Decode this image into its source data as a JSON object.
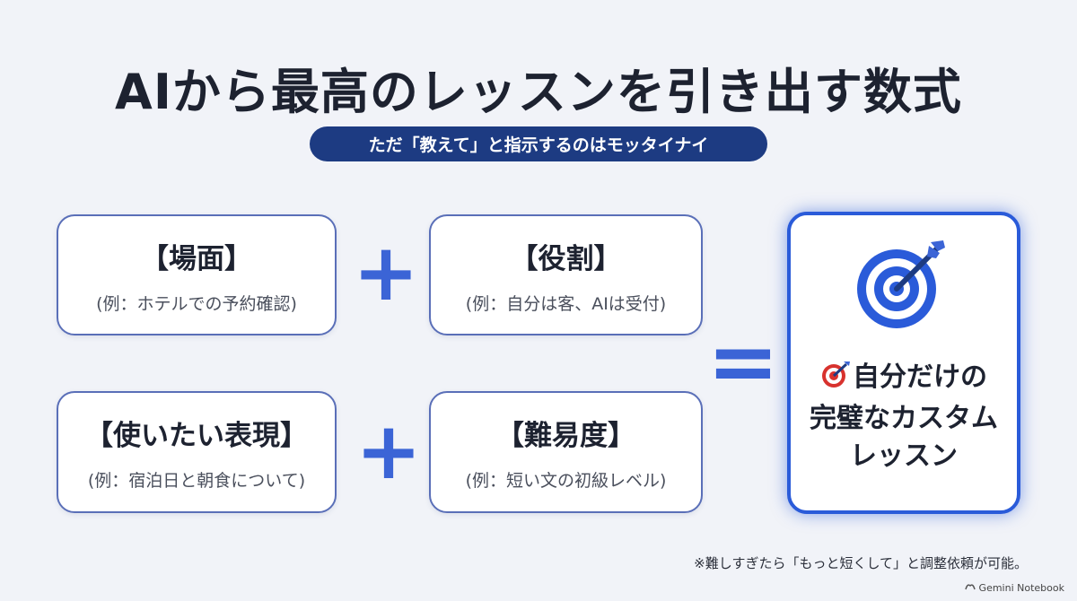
{
  "title": "AIから最高のレッスンを引き出す数式",
  "subtitle": "ただ「教えて」と指示するのはモッタイナイ",
  "cards": [
    {
      "title": "【場面】",
      "example": "(例：ホテルでの予約確認)"
    },
    {
      "title": "【役割】",
      "example": "(例：自分は客、AIは受付)"
    },
    {
      "title": "【使いたい表現】",
      "example": "(例：宿泊日と朝食について)"
    },
    {
      "title": "【難易度】",
      "example": "(例：短い文の初級レベル)"
    }
  ],
  "operators": {
    "plus": "+",
    "equals": "="
  },
  "result": {
    "icon": "target-icon",
    "line1": "自分だけの",
    "line2": "完璧なカスタム",
    "line3": "レッスン"
  },
  "footnote": "※難しすぎたら「もっと短くして」と調整依頼が可能。",
  "brand": "Gemini Notebook",
  "colors": {
    "accent": "#2a5bd9",
    "pill": "#1d3b82",
    "card_border": "#5a6fb8"
  }
}
